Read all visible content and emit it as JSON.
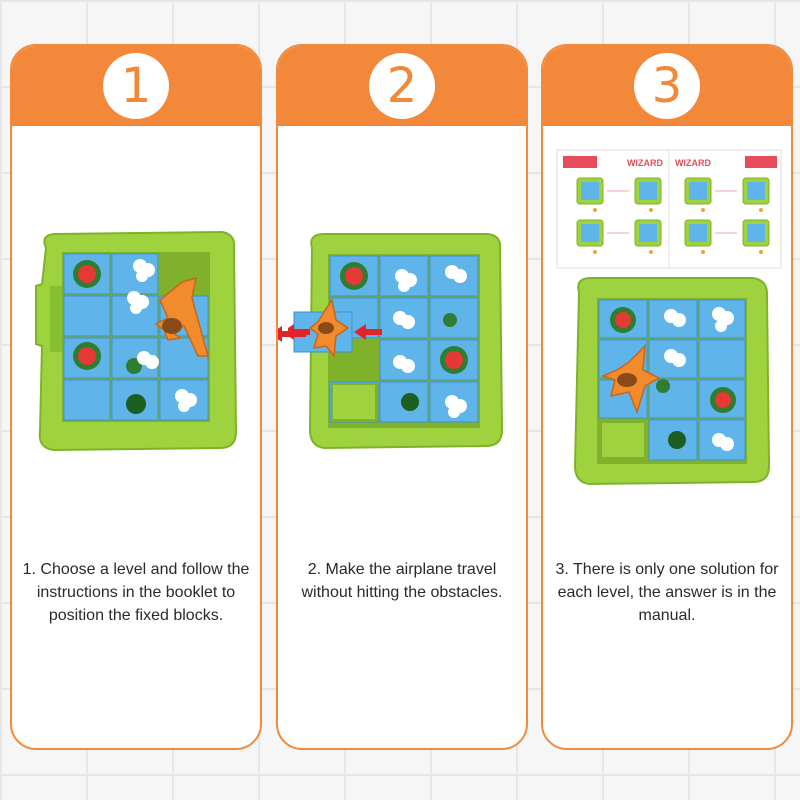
{
  "steps": [
    {
      "number": "1",
      "caption": "1. Choose a level and follow the instructions in the booklet to position the fixed blocks."
    },
    {
      "number": "2",
      "caption": "2. Make the airplane travel without hitting the obstacles."
    },
    {
      "number": "3",
      "caption": "3. There is only one solution for each level, the answer is in the manual.",
      "booklet_title": "WIZARD"
    }
  ],
  "colors": {
    "accent": "#f3873a",
    "board_green": "#9ed33f",
    "tile_blue": "#5fb4ea",
    "arrow_red": "#e2242a",
    "plane_orange": "#f28a2e"
  }
}
